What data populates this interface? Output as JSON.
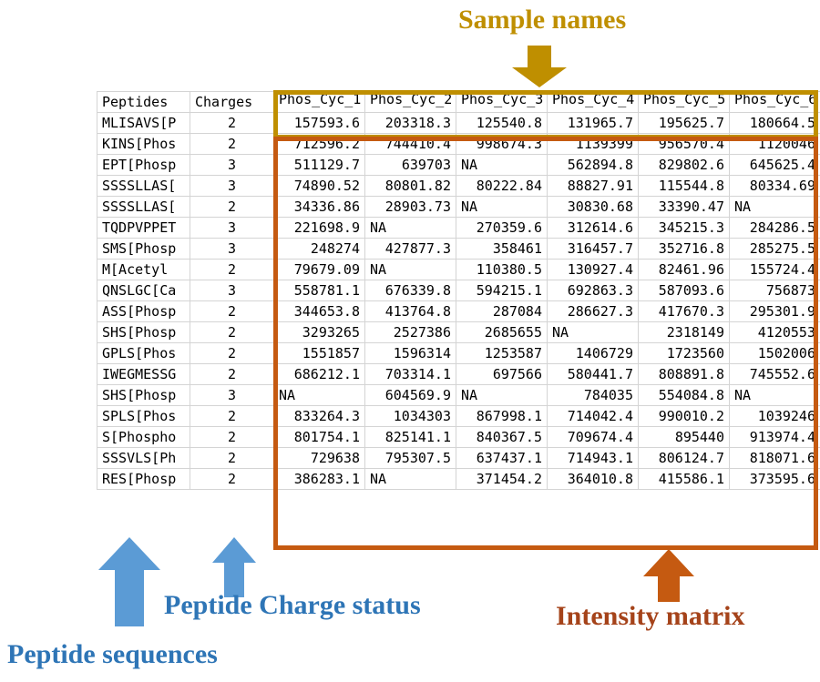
{
  "annotations": {
    "sample_names": {
      "label": "Sample names",
      "color": "#bf8f00"
    },
    "peptide_charge_status": {
      "label": "Peptide Charge status",
      "color": "#2e75b6"
    },
    "peptide_sequences": {
      "label": "Peptide sequences",
      "color": "#2e75b6"
    },
    "intensity_matrix": {
      "label": "Intensity matrix",
      "color": "#a5431a"
    }
  },
  "table": {
    "headers": {
      "peptides": "Peptides",
      "charges": "Charges",
      "samples": [
        "Phos_Cyc_1",
        "Phos_Cyc_2",
        "Phos_Cyc_3",
        "Phos_Cyc_4",
        "Phos_Cyc_5",
        "Phos_Cyc_6"
      ]
    },
    "rows": [
      {
        "peptide": "MLISAVS[P",
        "charge": "2",
        "values": [
          "157593.6",
          "203318.3",
          "125540.8",
          "131965.7",
          "195625.7",
          "180664.5"
        ]
      },
      {
        "peptide": "KINS[Phos",
        "charge": "2",
        "values": [
          "712596.2",
          "744410.4",
          "998674.3",
          "1139399",
          "956570.4",
          "1120046"
        ]
      },
      {
        "peptide": "EPT[Phosp",
        "charge": "3",
        "values": [
          "511129.7",
          "639703",
          "NA",
          "562894.8",
          "829802.6",
          "645625.4"
        ]
      },
      {
        "peptide": "SSSSLLAS[",
        "charge": "3",
        "values": [
          "74890.52",
          "80801.82",
          "80222.84",
          "88827.91",
          "115544.8",
          "80334.69"
        ]
      },
      {
        "peptide": "SSSSLLAS[",
        "charge": "2",
        "values": [
          "34336.86",
          "28903.73",
          "NA",
          "30830.68",
          "33390.47",
          "NA"
        ]
      },
      {
        "peptide": "TQDPVPPET",
        "charge": "3",
        "values": [
          "221698.9",
          "NA",
          "270359.6",
          "312614.6",
          "345215.3",
          "284286.5"
        ]
      },
      {
        "peptide": "SMS[Phosp",
        "charge": "3",
        "values": [
          "248274",
          "427877.3",
          "358461",
          "316457.7",
          "352716.8",
          "285275.5"
        ]
      },
      {
        "peptide": "M[Acetyl",
        "charge": "2",
        "values": [
          "79679.09",
          "NA",
          "110380.5",
          "130927.4",
          "82461.96",
          "155724.4"
        ]
      },
      {
        "peptide": "QNSLGC[Ca",
        "charge": "3",
        "values": [
          "558781.1",
          "676339.8",
          "594215.1",
          "692863.3",
          "587093.6",
          "756873"
        ]
      },
      {
        "peptide": "ASS[Phosp",
        "charge": "2",
        "values": [
          "344653.8",
          "413764.8",
          "287084",
          "286627.3",
          "417670.3",
          "295301.9"
        ]
      },
      {
        "peptide": "SHS[Phosp",
        "charge": "2",
        "values": [
          "3293265",
          "2527386",
          "2685655",
          "NA",
          "2318149",
          "4120553"
        ]
      },
      {
        "peptide": "GPLS[Phos",
        "charge": "2",
        "values": [
          "1551857",
          "1596314",
          "1253587",
          "1406729",
          "1723560",
          "1502006"
        ]
      },
      {
        "peptide": "IWEGMESSG",
        "charge": "2",
        "values": [
          "686212.1",
          "703314.1",
          "697566",
          "580441.7",
          "808891.8",
          "745552.6"
        ]
      },
      {
        "peptide": "SHS[Phosp",
        "charge": "3",
        "values": [
          "NA",
          "604569.9",
          "NA",
          "784035",
          "554084.8",
          "NA"
        ]
      },
      {
        "peptide": "SPLS[Phos",
        "charge": "2",
        "values": [
          "833264.3",
          "1034303",
          "867998.1",
          "714042.4",
          "990010.2",
          "1039246"
        ]
      },
      {
        "peptide": "S[Phospho",
        "charge": "2",
        "values": [
          "801754.1",
          "825141.1",
          "840367.5",
          "709674.4",
          "895440",
          "913974.4"
        ]
      },
      {
        "peptide": "SSSVLS[Ph",
        "charge": "2",
        "values": [
          "729638",
          "795307.5",
          "637437.1",
          "714943.1",
          "806124.7",
          "818071.6"
        ]
      },
      {
        "peptide": "RES[Phosp",
        "charge": "2",
        "values": [
          "386283.1",
          "NA",
          "371454.2",
          "364010.8",
          "415586.1",
          "373595.6"
        ]
      }
    ]
  }
}
